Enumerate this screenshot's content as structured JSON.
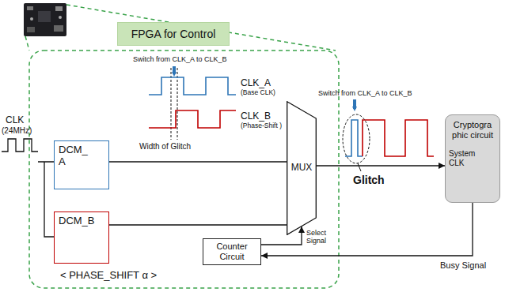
{
  "diagram": {
    "nodes": [
      {
        "text": [
          "FPGA for Control"
        ]
      },
      {
        "text": [
          "DCM_ A"
        ]
      },
      {
        "text": [
          "DCM_B"
        ]
      },
      {
        "text": [
          "MUX"
        ]
      },
      {
        "text": [
          "Counter Circuit"
        ]
      },
      {
        "text": [
          "Cryptogra phic circuit",
          "System CLK"
        ]
      }
    ],
    "edges": [
      {
        "from": 1,
        "to": 3,
        "arrow": "none"
      },
      {
        "from": 2,
        "to": 3,
        "arrow": "none"
      },
      {
        "from": 4,
        "to": 3,
        "arrow": "to",
        "label": "Select Signal"
      },
      {
        "from": 3,
        "to": 5,
        "arrow": "to"
      },
      {
        "from": 5,
        "to": 4,
        "arrow": "to",
        "label": "Busy Signal"
      }
    ],
    "labels": [
      "Switch from CLK_A to CLK_B",
      "CLK",
      "(24MHz)",
      "CLK_A",
      "(Base CLK)",
      "CLK_B",
      "(Phase-Shift )",
      "Width of Glitch",
      "Switch from CLK_A to CLK_B",
      "Glitch",
      "< PHASE_SHIFT α >"
    ]
  }
}
